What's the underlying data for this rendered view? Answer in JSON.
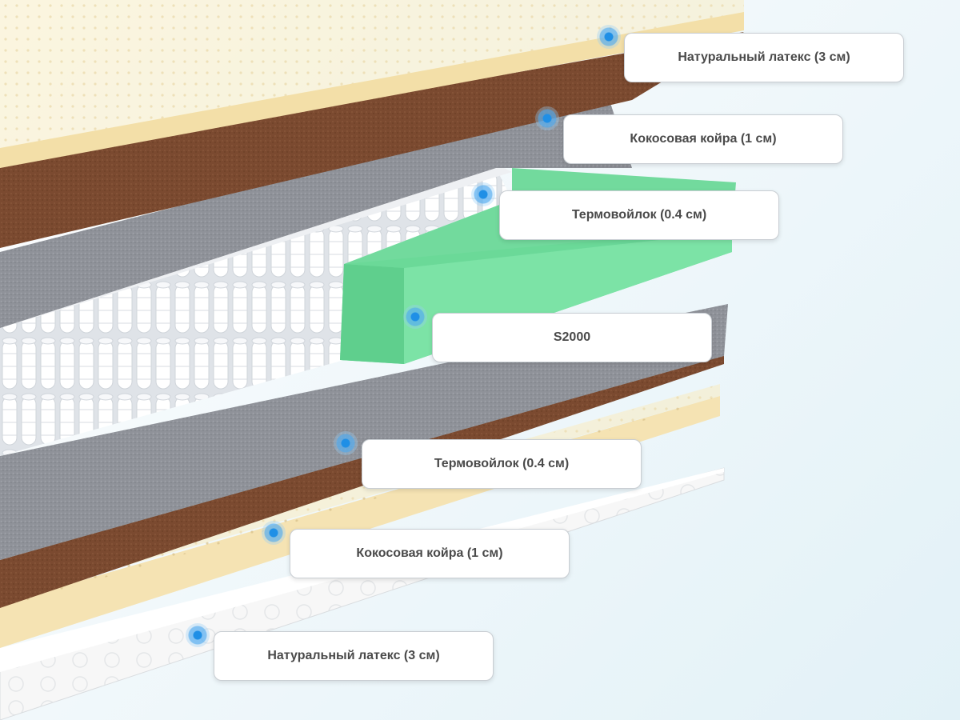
{
  "layers": [
    {
      "label": "Натуральный латекс (3 см)",
      "icon": "latex-layer-icon"
    },
    {
      "label": "Кокосовая койра (1 см)",
      "icon": "coir-layer-icon"
    },
    {
      "label": "Термовойлок (0.4 см)",
      "icon": "felt-layer-icon"
    },
    {
      "label": "S2000",
      "icon": "spring-block-icon"
    },
    {
      "label": "Термовойлок (0.4 см)",
      "icon": "felt-layer-icon"
    },
    {
      "label": "Кокосовая койра (1 см)",
      "icon": "coir-layer-icon"
    },
    {
      "label": "Натуральный латекс (3 см)",
      "icon": "latex-layer-icon"
    }
  ],
  "colors": {
    "latex": "#f8ecc4",
    "latex_edge": "#f3dfa8",
    "coir": "#7b4a30",
    "felt": "#8c8f96",
    "foam": "#6fdc9c",
    "springs": "#f3f4f6",
    "cover": "#f6f6f6",
    "marker": "#2a90e6"
  }
}
